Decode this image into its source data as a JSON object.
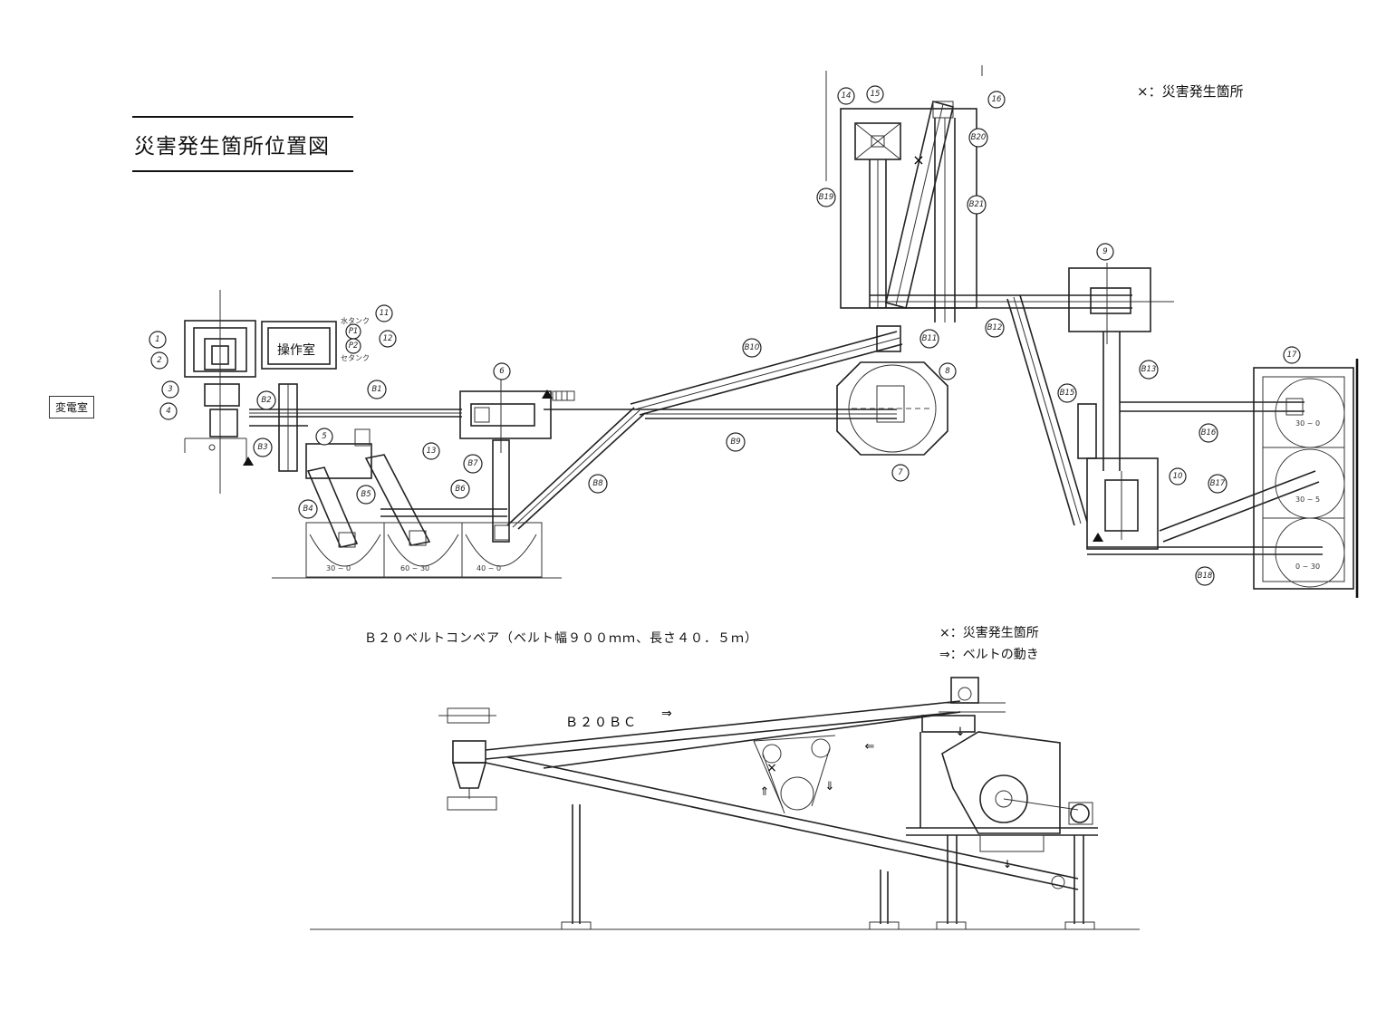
{
  "title": "災害発生箇所位置図",
  "legend_top": {
    "accident_mark": "×：災害発生箇所"
  },
  "rooms": {
    "substation": "変電室",
    "control_room": "操作室"
  },
  "callouts": {
    "equipment": [
      "1",
      "2",
      "3",
      "4",
      "5",
      "6",
      "7",
      "8",
      "9",
      "10",
      "11",
      "12",
      "13",
      "14",
      "15",
      "16",
      "17"
    ],
    "conveyors": [
      "B1",
      "B2",
      "B3",
      "B4",
      "B5",
      "B6",
      "B7",
      "B8",
      "B9",
      "B10",
      "B11",
      "B12",
      "B13",
      "B15",
      "B16",
      "B17",
      "B18",
      "B19",
      "B20",
      "B21"
    ]
  },
  "tanks": [
    "P1",
    "P2"
  ],
  "tank_labels": [
    "水タンク",
    "セタンク"
  ],
  "bins_left": [
    "30 ~ 0",
    "60 ~ 30",
    "40 ~ 0"
  ],
  "bins_right": [
    "30 ~ 0",
    "30 ~ 5",
    "0 ~ 30"
  ],
  "detail": {
    "caption": "Ｂ２０ベルトコンベア（ベルト幅９００ｍｍ、長さ４０．５ｍ）",
    "legend_accident": "×：災害発生箇所",
    "legend_belt": "⇒：ベルトの動き",
    "conveyor_label": "Ｂ２０ＢＣ",
    "direction_arrow": "⇒"
  },
  "marks": {
    "accident": "×"
  }
}
